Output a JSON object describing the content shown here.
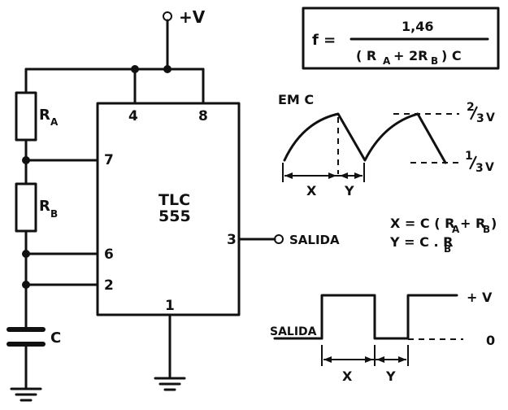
{
  "supply": {
    "label": "+V"
  },
  "ic": {
    "name_line1": "TLC",
    "name_line2": "555"
  },
  "pins": {
    "p4": "4",
    "p8": "8",
    "p7": "7",
    "p6": "6",
    "p2": "2",
    "p3": "3",
    "p1": "1"
  },
  "components": {
    "ra": {
      "letter": "R",
      "sub": "A"
    },
    "rb": {
      "letter": "R",
      "sub": "B"
    },
    "c": {
      "label": "C"
    }
  },
  "output": {
    "label": "SALIDA"
  },
  "formula": {
    "lhs": "f =",
    "numerator": "1,46",
    "den_a": "( R",
    "den_a_sub": "A",
    "den_b": "+ 2R",
    "den_b_sub": "B",
    "den_c": ") C"
  },
  "cap_wave": {
    "title": "EM C",
    "upper_num": "2",
    "upper_den": "3",
    "upper_unit": "V",
    "lower_num": "1",
    "lower_den": "3",
    "lower_unit": "V",
    "x_label": "X",
    "y_label": "Y"
  },
  "equations": {
    "x_lhs": "X = C ( R",
    "x_sub1": "A",
    "x_mid": "+ R",
    "x_sub2": "B",
    "x_rhs": ")",
    "y_lhs": "Y = C . R",
    "y_sub": "B"
  },
  "out_wave": {
    "label": "SALIDA",
    "high_label": "+ V",
    "low_label": "0",
    "x_label": "X",
    "y_label": "Y"
  }
}
